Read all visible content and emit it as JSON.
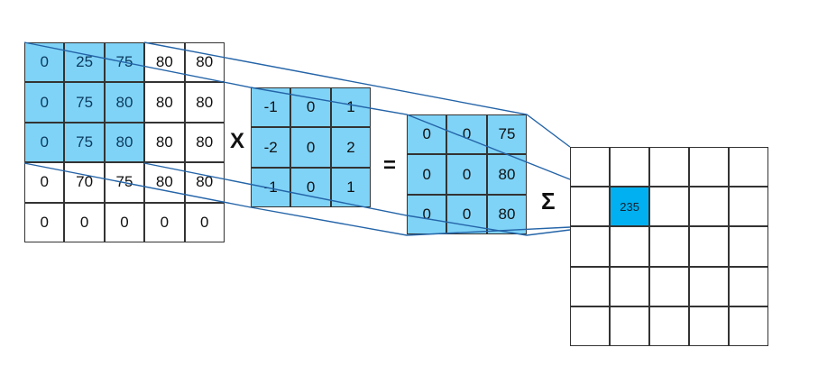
{
  "input_matrix": {
    "values": [
      [
        0,
        25,
        75,
        80,
        80
      ],
      [
        0,
        75,
        80,
        80,
        80
      ],
      [
        0,
        75,
        80,
        80,
        80
      ],
      [
        0,
        70,
        75,
        80,
        80
      ],
      [
        0,
        0,
        0,
        0,
        0
      ]
    ],
    "highlight_rows": [
      0,
      1,
      2
    ],
    "highlight_cols": [
      0,
      1,
      2
    ]
  },
  "kernel": {
    "values": [
      [
        -1,
        0,
        1
      ],
      [
        -2,
        0,
        2
      ],
      [
        -1,
        0,
        1
      ]
    ]
  },
  "product_matrix": {
    "values": [
      [
        0,
        0,
        75
      ],
      [
        0,
        0,
        80
      ],
      [
        0,
        0,
        80
      ]
    ]
  },
  "output_matrix": {
    "rows": 5,
    "cols": 5,
    "highlight_cell": {
      "row": 1,
      "col": 1,
      "value": "235"
    }
  },
  "operators": {
    "multiply": "X",
    "equals": "=",
    "sum": "Σ"
  },
  "colors": {
    "highlight": "#7fd3f7",
    "output_highlight": "#00b0f0",
    "projection_line": "#2464a8",
    "grid_border": "#333333"
  }
}
